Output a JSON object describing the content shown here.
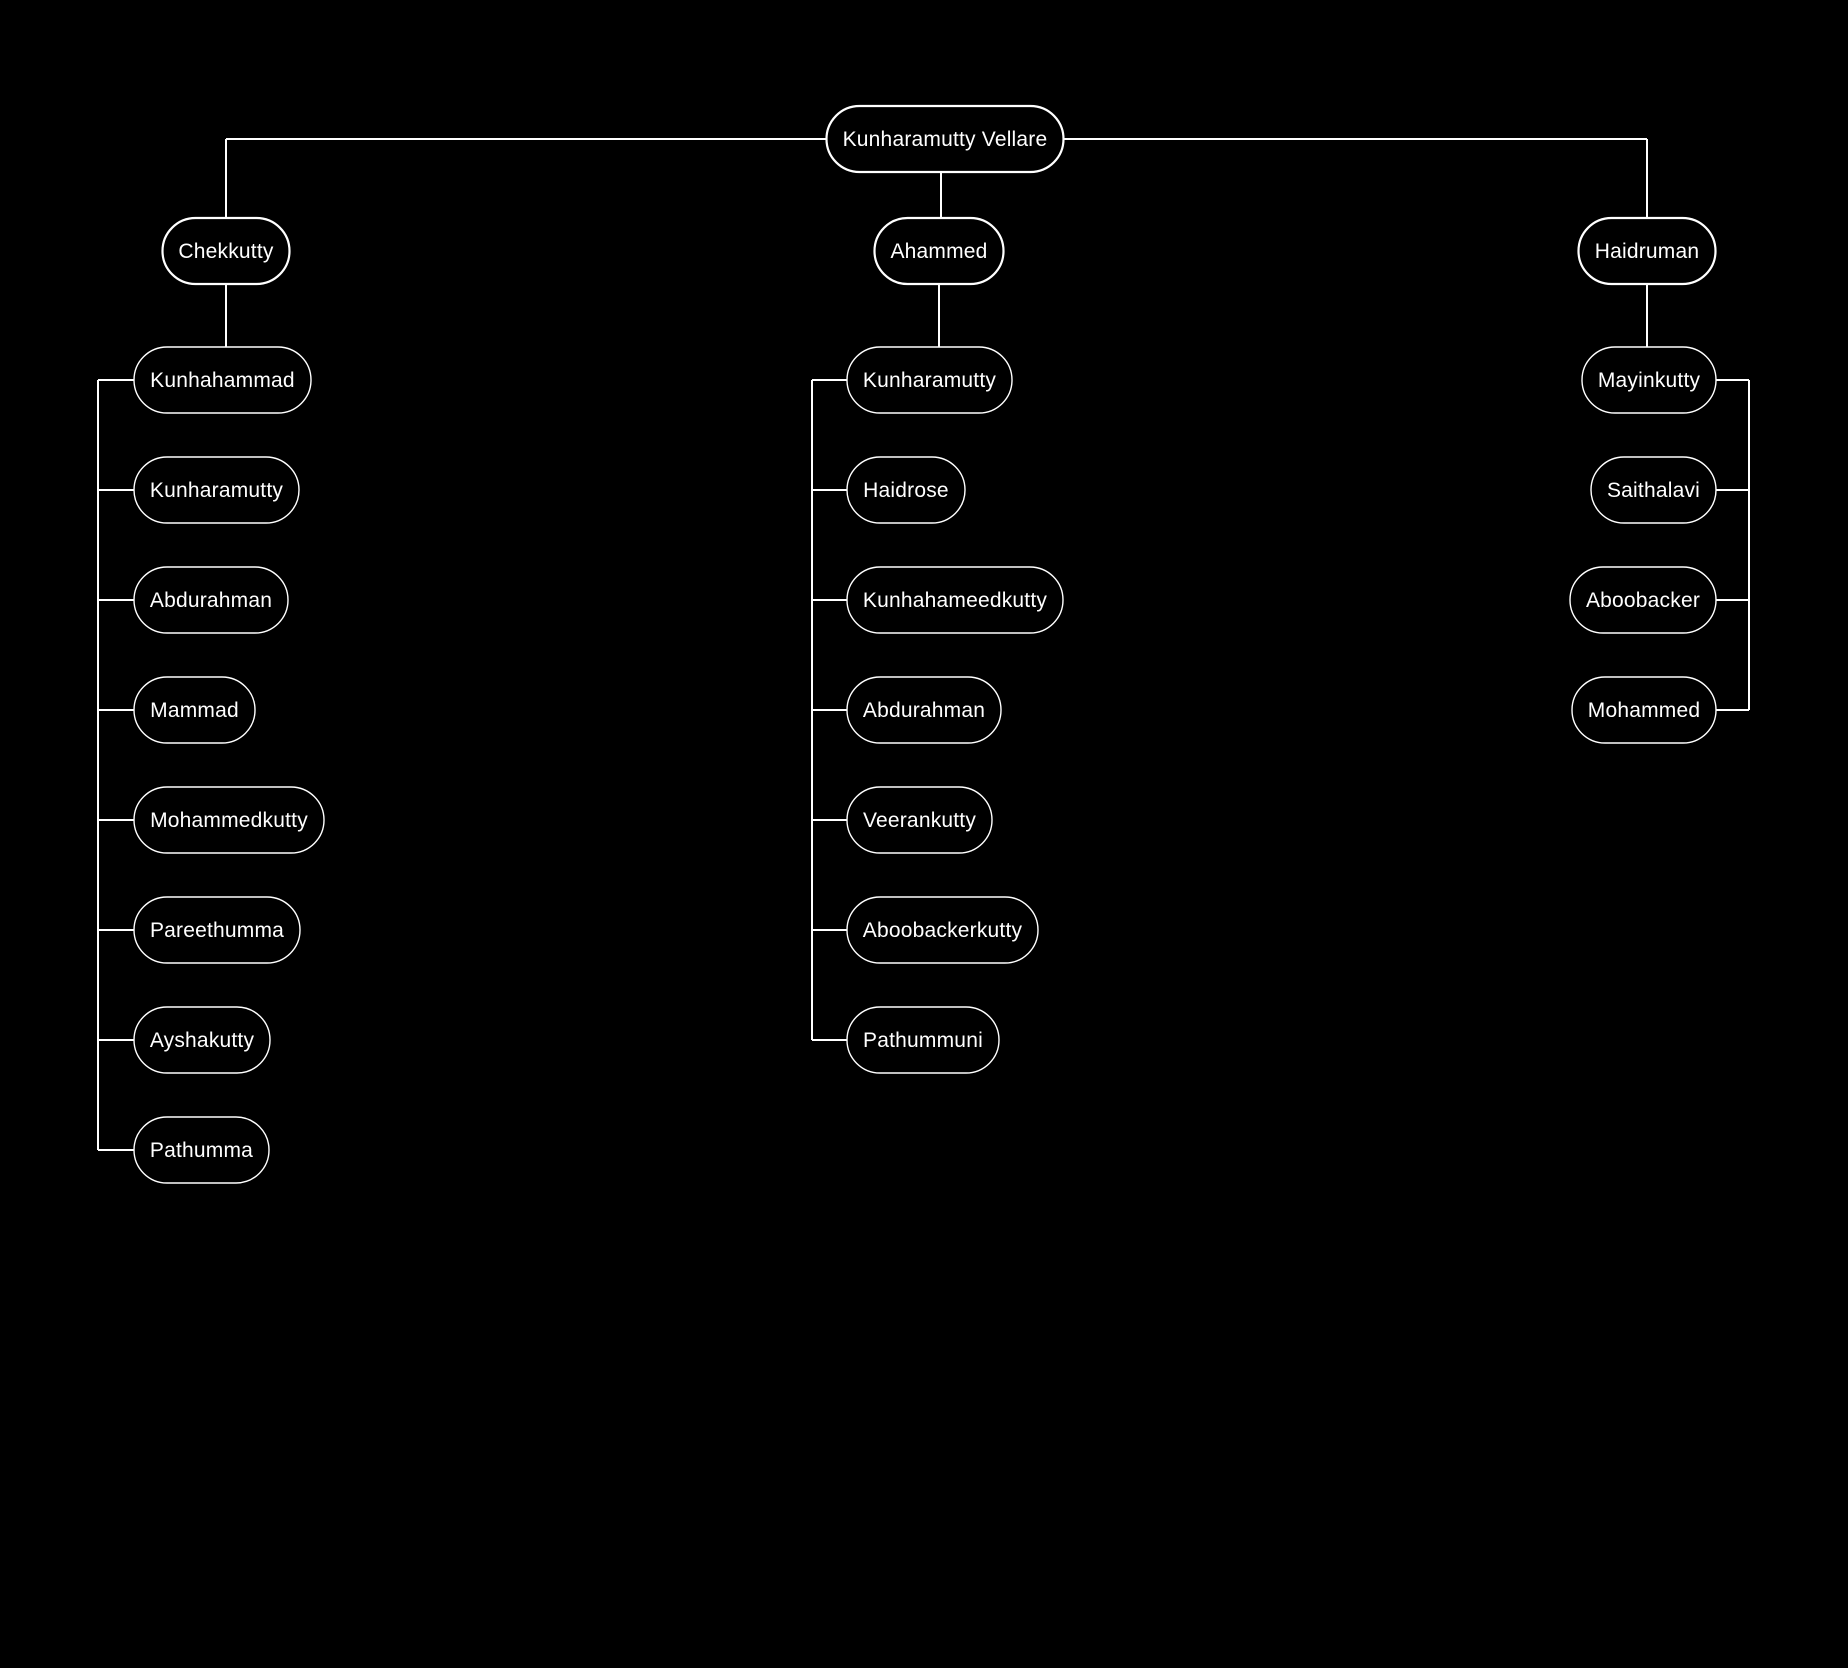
{
  "diagram": {
    "root": {
      "name": "Kunharamutty Vellare",
      "children": [
        {
          "name": "Chekkutty",
          "children": [
            "Kunhahammad",
            "Kunharamutty",
            "Abdurahman",
            "Mammad",
            "Mohammedkutty",
            "Pareethumma",
            "Ayshakutty",
            "Pathumma"
          ]
        },
        {
          "name": "Ahammed",
          "children": [
            "Kunharamutty",
            "Haidrose",
            "Kunhahameedkutty",
            "Abdurahman",
            "Veerankutty",
            "Aboobackerkutty",
            "Pathummuni"
          ]
        },
        {
          "name": "Haidruman",
          "children": [
            "Mayinkutty",
            "Saithalavi",
            "Aboobacker",
            "Mohammed"
          ]
        }
      ]
    },
    "colors": {
      "background": "#000000",
      "line": "#ffffff",
      "node_stroke": "#ffffff",
      "text": "#ffffff"
    }
  }
}
